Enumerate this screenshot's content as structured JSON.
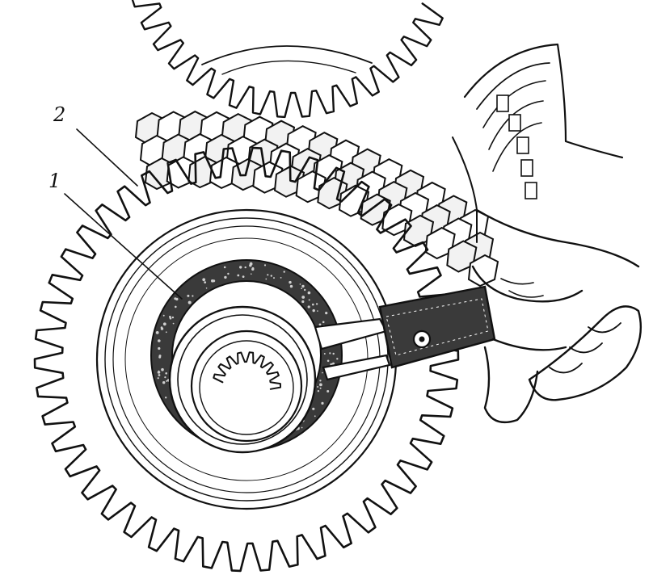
{
  "callouts": [
    {
      "id": "1",
      "label": "1"
    },
    {
      "id": "2",
      "label": "2"
    }
  ],
  "colors": {
    "ink": "#111111",
    "paper": "#ffffff",
    "shade": "#3a3a3a"
  }
}
